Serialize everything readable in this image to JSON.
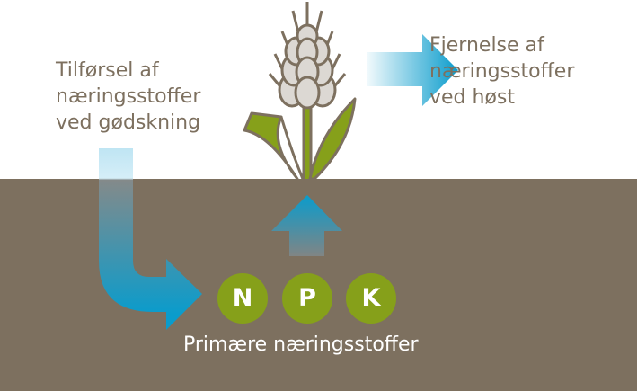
{
  "input_label": [
    "Tilførsel af",
    "næringsstoffer",
    "ved gødskning"
  ],
  "removal_label": [
    "Fjernelse af",
    "næringsstoffer",
    "ved høst"
  ],
  "nutrients": [
    "N",
    "P",
    "K"
  ],
  "nutrients_caption": "Primære næringsstoffer",
  "colors": {
    "soil": "#7d705f",
    "leaf": "#86a01a",
    "arrow": "#0a9ccc",
    "grain": "#dcd8d3"
  }
}
